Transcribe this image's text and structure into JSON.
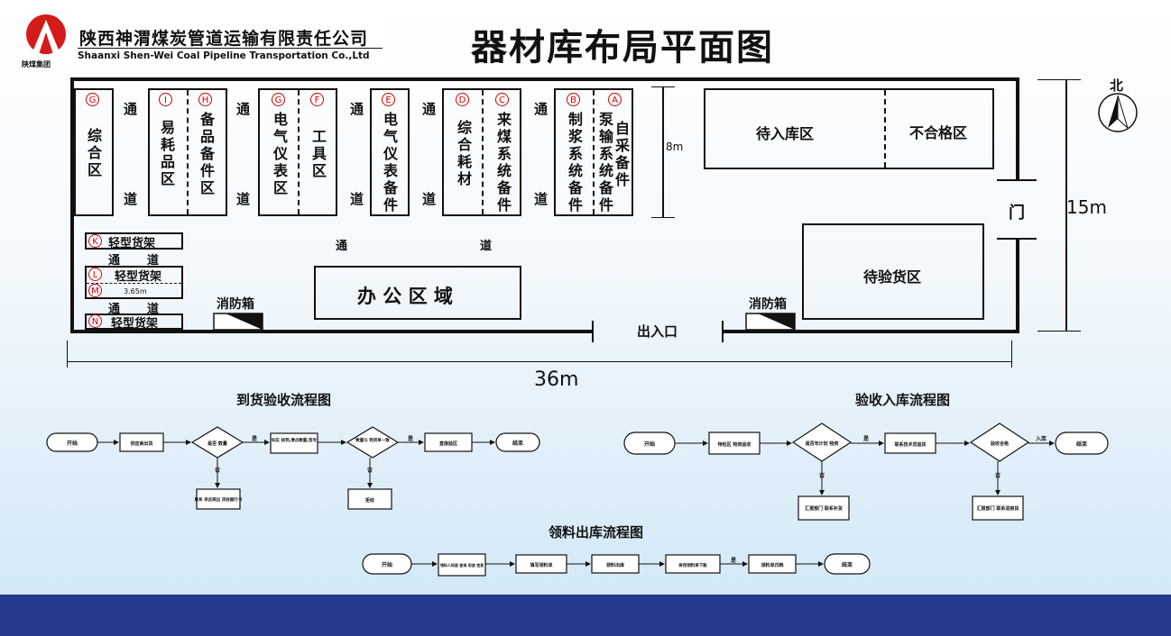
{
  "header": {
    "company_cn": "陕西神渭煤炭管道运输有限责任公司",
    "company_en": "Shaanxi Shen-Wei Coal Pipeline Transportation Co.,Ltd",
    "logo_caption": "陕煤集团",
    "title": "器材库布局平面图",
    "colors": {
      "logo_red": "#d51a1a",
      "accent_blue": "#233a8a"
    }
  },
  "plan": {
    "zones": {
      "g1": {
        "marker": "G",
        "label": "综合区"
      },
      "i": {
        "marker": "I",
        "label": "易耗品区"
      },
      "h": {
        "marker": "H",
        "label": "备品备件区"
      },
      "g2": {
        "marker": "G",
        "label": "电气仪表区"
      },
      "f": {
        "marker": "F",
        "label": "工具区"
      },
      "e": {
        "marker": "E",
        "label": "电气仪表备件"
      },
      "d": {
        "marker": "D",
        "label": "综合耗材"
      },
      "c": {
        "marker": "C",
        "label": "来煤系统备件"
      },
      "b": {
        "marker": "B",
        "label": "制浆系统备件"
      },
      "a": {
        "marker": "A",
        "label": "泵输系统备件",
        "label2": "自采备件"
      }
    },
    "aisle": {
      "tong": "通",
      "dao": "道"
    },
    "shelves": {
      "k": {
        "marker": "K",
        "label": "轻型货架"
      },
      "l": {
        "marker": "L",
        "label": "轻型货架"
      },
      "m": {
        "marker": "M",
        "dim": "3.65m"
      },
      "n": {
        "marker": "N",
        "label": "轻型货架"
      }
    },
    "office": "办 公 区 域",
    "fire_box": "消防箱",
    "entrance": "出入口",
    "door": "门",
    "pending_storage": "待入库区",
    "unqualified": "不合格区",
    "pending_inspection": "待验货区",
    "dim_8m": "8m",
    "dim_15m": "15m",
    "dim_36m": "36m",
    "north": "北"
  },
  "flows": {
    "arrival": {
      "title": "到货验收流程图",
      "start": "开始",
      "s1": "供应商出货",
      "d1": "是否 数量",
      "yes": "是",
      "no": "否",
      "s2": "如实 核到,清点数量,型号",
      "d2": "数量与 到货单一致",
      "s3": "直接验区",
      "end": "结束",
      "n1": "联系 供应商出 货收据行书",
      "n2": "拒收"
    },
    "storage": {
      "title": "验收入库流程图",
      "start": "开始",
      "s1": "特检区 物资验收",
      "d1": "是否年计划 物资",
      "yes": "是",
      "no": "否",
      "s2": "联系技术员验货",
      "d2": "验收合格",
      "yes2": "入库",
      "end": "结束",
      "n1": "汇报部门 联系补货",
      "n2": "汇报部门 联系退换货"
    },
    "issue": {
      "title": "领料出库流程图",
      "start": "开始",
      "s1": "领料人知道 查询 用途 信息",
      "s2": "填写领料单",
      "s3": "领料出库",
      "s4": "将用领料单下账",
      "yes": "是",
      "s5": "领料单归档",
      "end": "结束"
    }
  }
}
